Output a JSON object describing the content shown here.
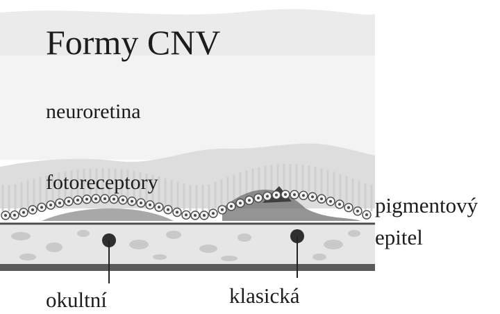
{
  "diagram": {
    "title": "Formy CNV",
    "labels": {
      "neuroretina": "neuroretina",
      "fotoreceptory": "fotoreceptory",
      "pigment_line1": "pigmentový",
      "pigment_line2": "epitel",
      "occult": "okultní",
      "classic": "klasická"
    },
    "colors": {
      "paper": "#ffffff",
      "retina_light": "#ececec",
      "retina_band": "#dcdcdc",
      "photoreceptor": "#cfcfcf",
      "rpe_cell": "#f2f2f2",
      "rpe_outline": "#4a4a4a",
      "vessel_dark": "#3a3a3a",
      "choroid": "#c9c9c9",
      "sclera": "#5a5a5a",
      "text": "#1c1c1c"
    }
  }
}
